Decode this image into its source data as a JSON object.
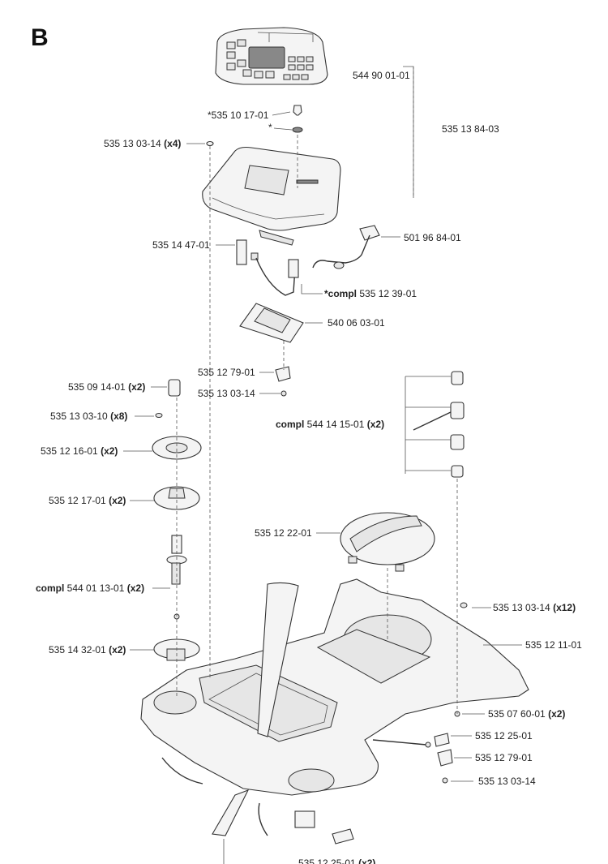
{
  "section_letter": "B",
  "labels": {
    "p01": "544 90 01-01",
    "p02a": "*535 10 17-01",
    "p02b": "*",
    "p03": "535 13 84-03",
    "p04a": "535 13 03-14",
    "p04b": "(x4)",
    "p05": "501 96 84-01",
    "p06": "535 14 47-01",
    "p07a": "*compl",
    "p07b": " 535 12 39-01",
    "p08": "540 06 03-01",
    "p09": "535 12 79-01",
    "p10": "535 13 03-14",
    "p11a": "535 09 14-01",
    "p11b": "(x2)",
    "p12a": "535 13 03-10",
    "p12b": "(x8)",
    "p13a": "compl",
    "p13b": " 544 14 15-01 ",
    "p13c": "(x2)",
    "p14a": "535 12 16-01",
    "p14b": "(x2)",
    "p15a": "535 12 17-01",
    "p15b": "(x2)",
    "p16": "535 12 22-01",
    "p17a": "compl",
    "p17b": " 544 01 13-01 ",
    "p17c": "(x2)",
    "p18a": "535 13 03-14",
    "p18b": "(x12)",
    "p19a": "535 14 32-01",
    "p19b": "(x2)",
    "p20": "535 12 11-01",
    "p21a": "535 07 60-01",
    "p21b": "(x2)",
    "p22": "535 12 25-01",
    "p23": "535 12 79-01",
    "p24": "535 13 03-14",
    "p25a": "535 12 25-01",
    "p25b": "(x2)"
  }
}
